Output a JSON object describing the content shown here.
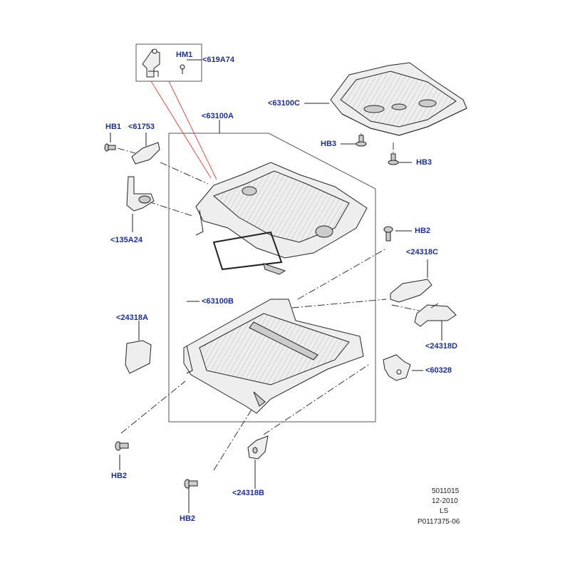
{
  "diagram": {
    "colors": {
      "callout_text": "#1f2f8f",
      "leader_red": "#d9534f",
      "line": "#222222",
      "part_fill": "#eeeeee",
      "part_shadow": "#c8c8c8",
      "box_border": "#555555"
    },
    "callouts": [
      {
        "id": "619a74",
        "text": "<619A74"
      },
      {
        "id": "hm1",
        "text": "HM1"
      },
      {
        "id": "63100c",
        "text": "<63100C"
      },
      {
        "id": "hb1",
        "text": "HB1"
      },
      {
        "id": "61753",
        "text": "<61753"
      },
      {
        "id": "63100a",
        "text": "<63100A"
      },
      {
        "id": "hb3-left",
        "text": "HB3"
      },
      {
        "id": "hb3-right",
        "text": "HB3"
      },
      {
        "id": "135a24",
        "text": "<135A24"
      },
      {
        "id": "hb2-right",
        "text": "HB2"
      },
      {
        "id": "24318c",
        "text": "<24318C"
      },
      {
        "id": "63100b",
        "text": "<63100B"
      },
      {
        "id": "24318a",
        "text": "<24318A"
      },
      {
        "id": "24318d",
        "text": "<24318D"
      },
      {
        "id": "60328",
        "text": "<60328"
      },
      {
        "id": "hb2-bottom-left",
        "text": "HB2"
      },
      {
        "id": "24318b",
        "text": "<24318B"
      },
      {
        "id": "hb2-bottom-center",
        "text": "HB2"
      }
    ],
    "footer": {
      "line1": "5011015",
      "line2": "12-2010",
      "line3": "LS",
      "line4": "P0117375-06"
    }
  }
}
